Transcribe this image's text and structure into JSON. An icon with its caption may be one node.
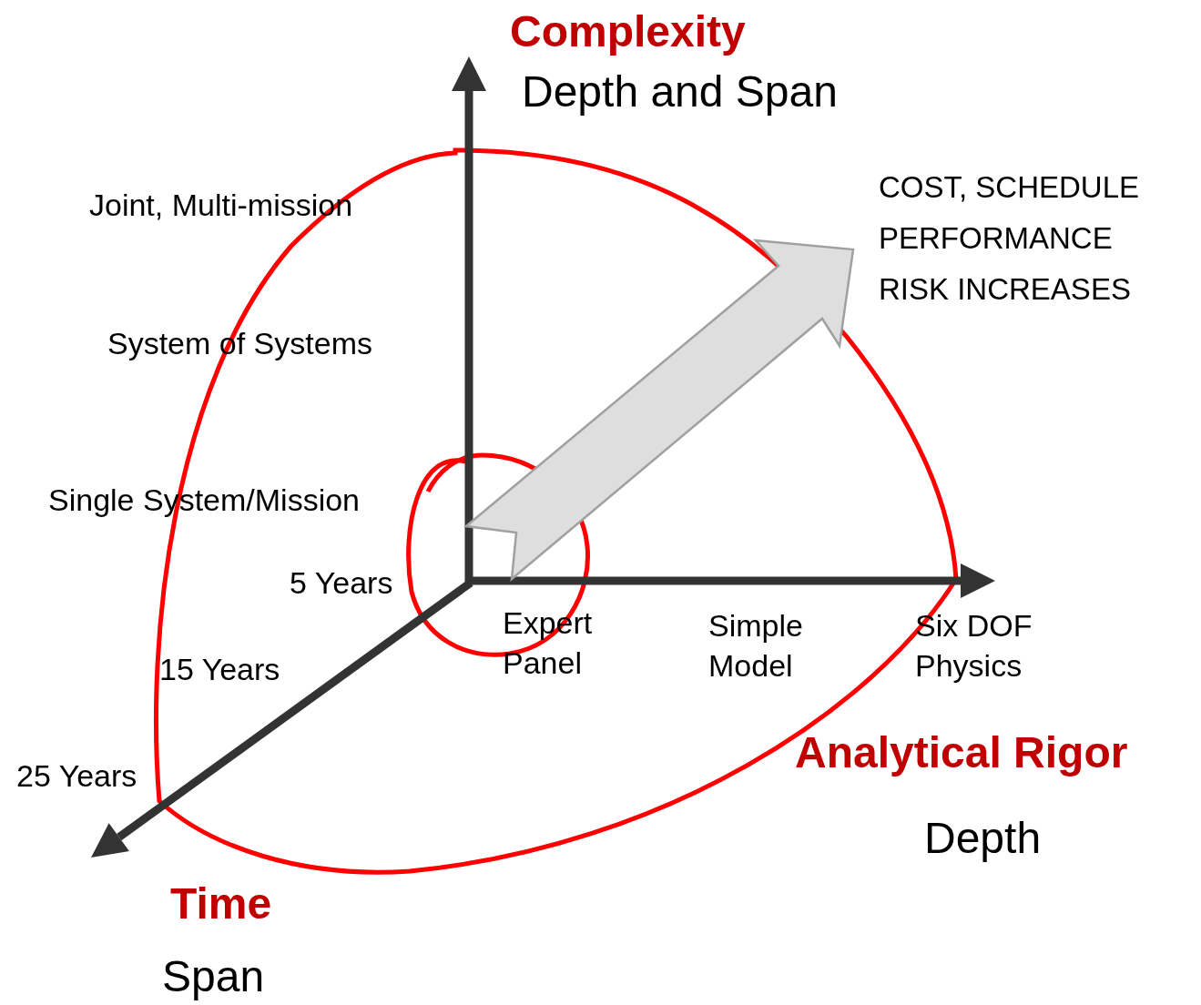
{
  "diagram": {
    "labels": [
      "Complexity",
      "Depth and Span",
      "Joint, Multi-mission",
      "COST, SCHEDULE PERFORMANCE RISK INCREASES",
      "System of Systems",
      "Single System/Mission",
      "5 Years",
      "Expert Panel",
      "Simple Model",
      "Six DOF Physics",
      "15 Years",
      "Analytical Rigor",
      "25 Years",
      "Depth",
      "Time",
      "Span"
    ]
  }
}
